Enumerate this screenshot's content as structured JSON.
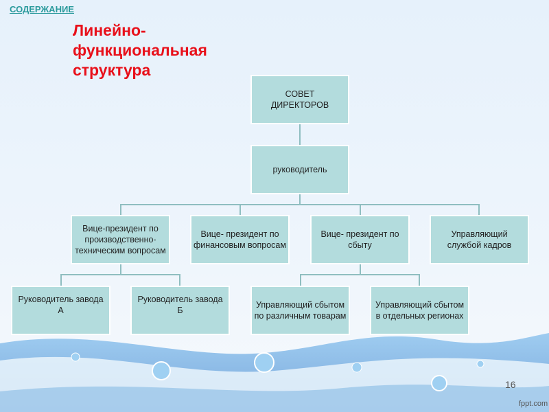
{
  "toc_link": "СОДЕРЖАНИЕ",
  "title_lines": [
    "Линейно-",
    "функциональная",
    "структура"
  ],
  "org": {
    "board": "СОВЕТ ДИРЕКТОРОВ",
    "head": "руководитель",
    "vps": [
      "Вице-президент по производственно-техническим вопросам",
      "Вице- президент по финансовым вопросам",
      "Вице- президент по сбыту",
      "Управляющий службой кадров"
    ],
    "subs": [
      "Руководитель завода А",
      "Руководитель завода Б",
      "Управляющий сбытом по различным товарам",
      "Управляющий сбытом в отдельных регионах"
    ]
  },
  "page_number": "16",
  "brand": "fppt.com",
  "colors": {
    "box": "#b3dcdd",
    "title": "#e8101a",
    "link": "#2a9a9c"
  }
}
